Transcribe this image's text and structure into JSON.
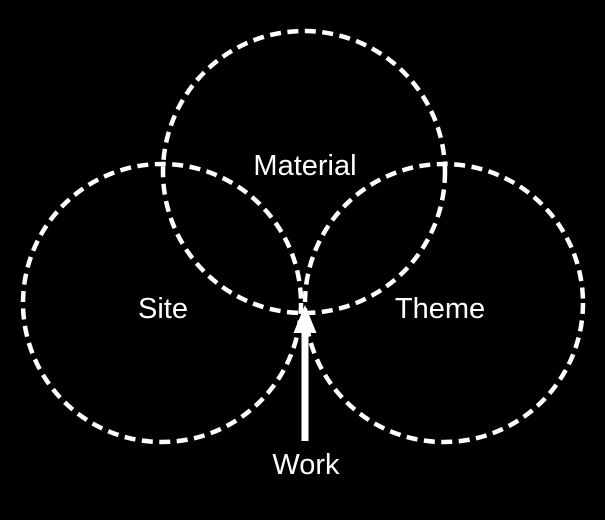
{
  "diagram": {
    "type": "venn-three-circles",
    "background_color": "#000000",
    "foreground_color": "#ffffff",
    "circles": [
      {
        "id": "top",
        "label": "Material"
      },
      {
        "id": "left",
        "label": "Site"
      },
      {
        "id": "right",
        "label": "Theme"
      }
    ],
    "arrow": {
      "label": "Work",
      "direction": "up",
      "points_to": "center-intersection"
    }
  }
}
